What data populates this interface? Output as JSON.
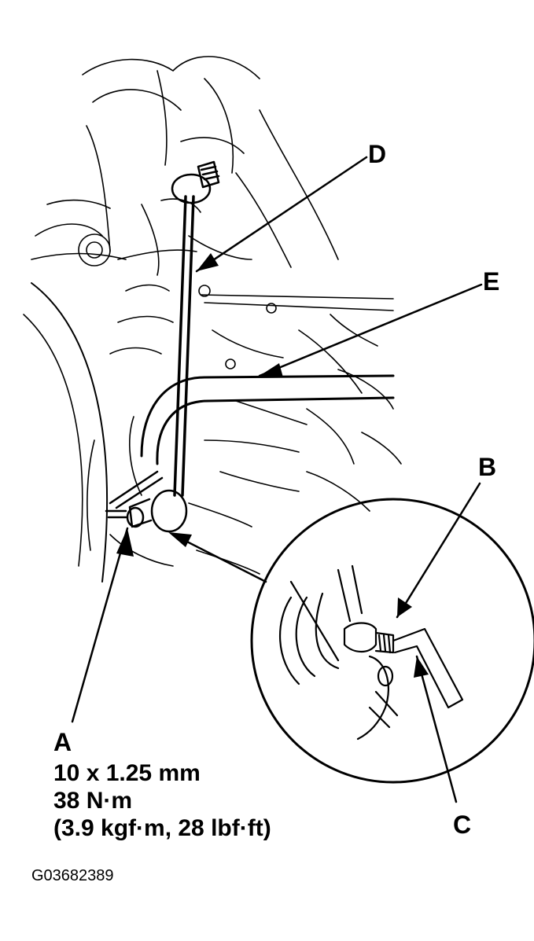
{
  "callouts": {
    "a": "A",
    "b": "B",
    "c": "C",
    "d": "D",
    "e": "E"
  },
  "spec_a": {
    "thread": "10 x 1.25 mm",
    "torque_nm": "38 N·m",
    "torque_alt": "(3.9 kgf·m, 28 lbf·ft)"
  },
  "figure_id": "G03682389",
  "colors": {
    "ink": "#000000",
    "paper": "#ffffff"
  }
}
